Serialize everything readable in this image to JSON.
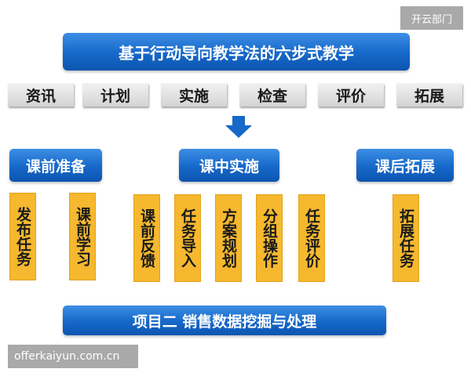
{
  "watermarks": {
    "top_right": "开云部门",
    "bottom_left": "offerkaiyun.com.cn"
  },
  "title": "基于行动导向教学法的六步式教学",
  "steps": [
    "资讯",
    "计划",
    "实施",
    "检查",
    "评价",
    "拓展"
  ],
  "arrow_icon": "arrow-down-icon",
  "phases": [
    {
      "label": "课前准备",
      "tasks": [
        "发布任务",
        "课前学习"
      ]
    },
    {
      "label": "课中实施",
      "tasks": [
        "课前反馈",
        "任务导入",
        "方案规划",
        "分组操作",
        "任务评价"
      ]
    },
    {
      "label": "课后拓展",
      "tasks": [
        "拓展任务"
      ]
    }
  ],
  "project": "项目二 销售数据挖掘与处理",
  "colors": {
    "blue": "#1668c9",
    "gold": "#f5b82e",
    "gray_step": "#d4d4d4",
    "watermark": "#a9a9a9"
  }
}
